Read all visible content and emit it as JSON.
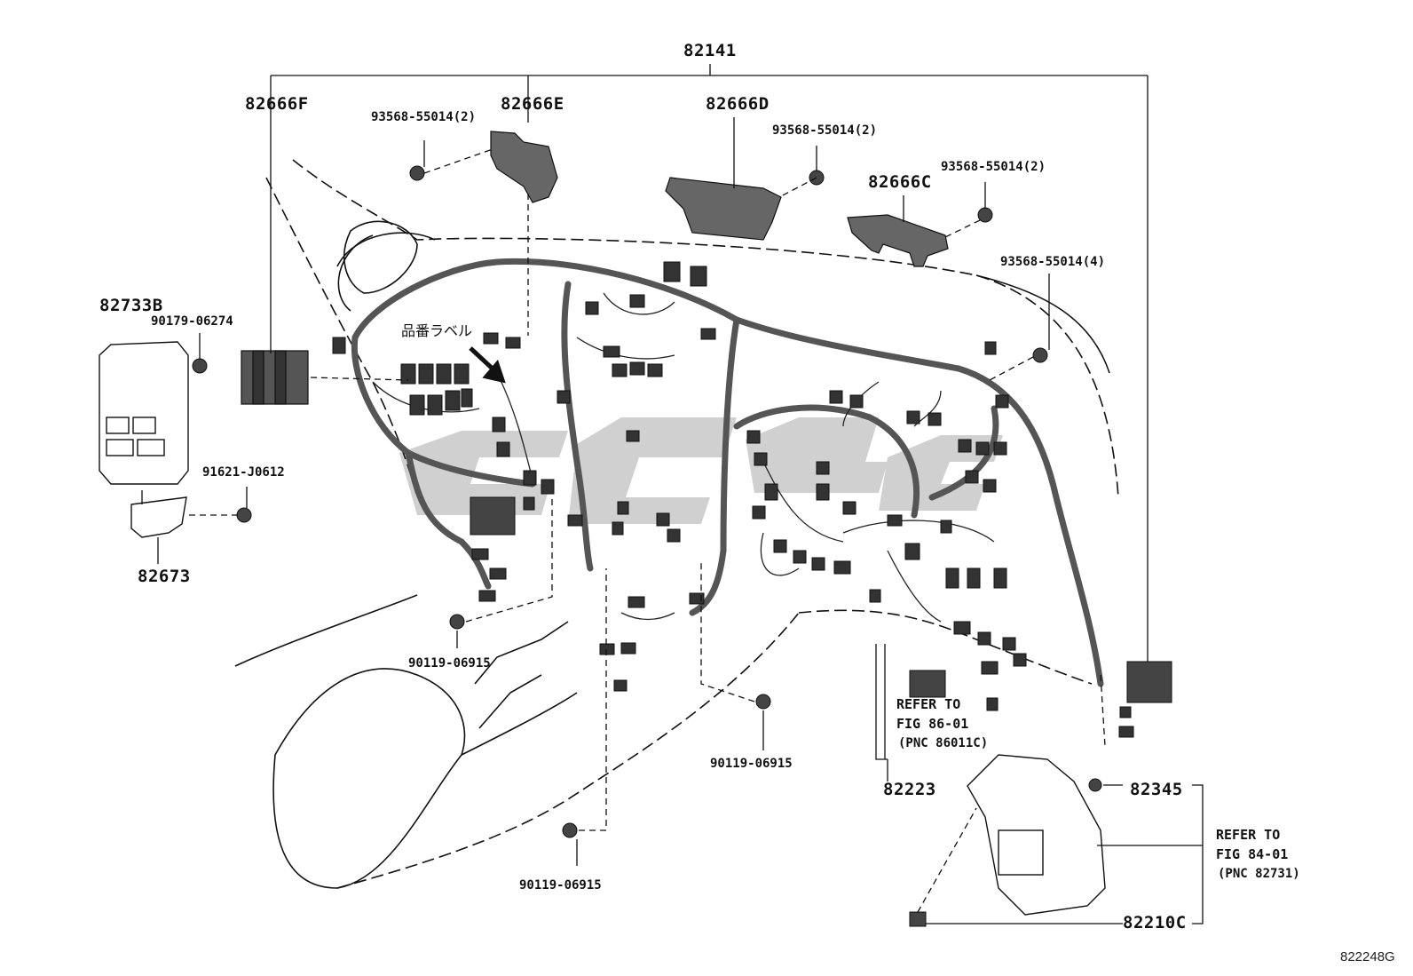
{
  "labels": {
    "harness_main": "82141",
    "bracket_f": "82666F",
    "bracket_e": "82666E",
    "bracket_d": "82666D",
    "bracket_c": "82666C",
    "bolt_e": "93568-55014(2)",
    "bolt_d": "93568-55014(2)",
    "bolt_c": "93568-55014(2)",
    "bolt_4": "93568-55014(4)",
    "junction_block": "82733B",
    "nut": "90179-06274",
    "screw_bracket": "91621-J0612",
    "bracket_block": "82673",
    "bolt_left": "90119-06915",
    "bolt_mid": "90119-06915",
    "bolt_bottom": "90119-06915",
    "jp_label": "品番ラベル",
    "refer_86_line1": "REFER TO",
    "refer_86_line2": "FIG 86-01",
    "refer_86_line3": "(PNC 86011C)",
    "wire_82223": "82223",
    "clip_82345": "82345",
    "refer_84_line1": "REFER TO",
    "refer_84_line2": "FIG 84-01",
    "refer_84_line3": "(PNC 82731)",
    "ecu_82210c": "82210C",
    "figure_code": "822248G"
  }
}
